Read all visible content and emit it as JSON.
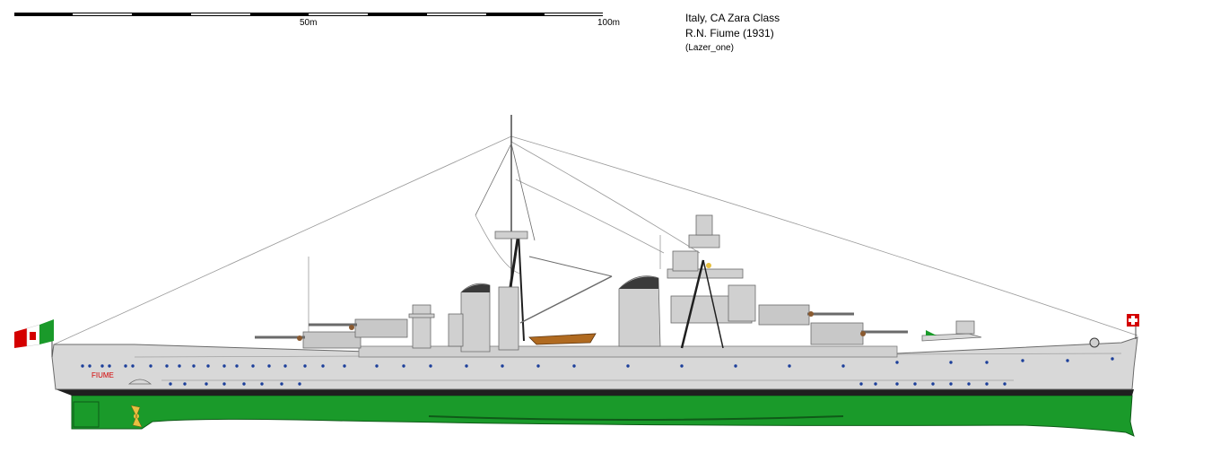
{
  "scale": {
    "label_mid": "50m",
    "label_end": "100m"
  },
  "caption": {
    "line1": "Italy, CA Zara Class",
    "line2": "R.N. Fiume (1931)",
    "line3": "(Lazer_one)"
  },
  "hull_name": "FIUME",
  "colors": {
    "hull_gray": "#d8d8d8",
    "boot_top": "#1f1f1f",
    "underwater": "#1a9a2a",
    "portholes": "#1c3f9a",
    "turret_gray": "#c8c8c8",
    "boat": "#b06a20",
    "flag_green": "#1a9a2a",
    "flag_red": "#d40000"
  }
}
